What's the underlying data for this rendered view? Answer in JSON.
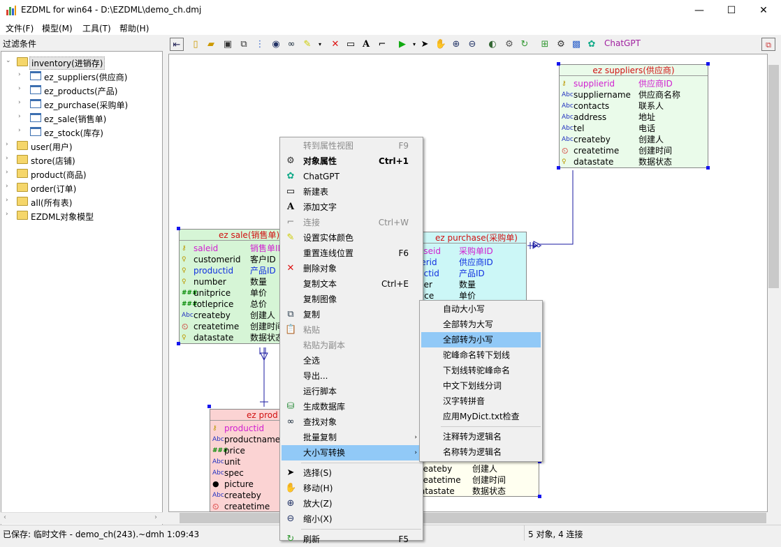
{
  "window": {
    "title": "EZDML for win64 - D:\\EZDML\\demo_ch.dmj",
    "min": "—",
    "max": "☐",
    "close": "✕"
  },
  "menubar": [
    "文件(F)",
    "模型(M)",
    "工具(T)",
    "帮助(H)"
  ],
  "filter_label": "过滤条件",
  "tree": {
    "inventory": "inventory(进销存)",
    "children": [
      "ez_suppliers(供应商)",
      "ez_products(产品)",
      "ez_purchase(采购单)",
      "ez_sale(销售单)",
      "ez_stock(库存)"
    ],
    "others": [
      "user(用户)",
      "store(店铺)",
      "product(商品)",
      "order(订单)",
      "all(所有表)",
      "EZDML对象模型"
    ]
  },
  "toolbar": {
    "chatgpt": "ChatGPT"
  },
  "entities": {
    "suppliers": {
      "title": "ez suppliers(供应商)",
      "rows": [
        {
          "name": "supplierid",
          "desc": "供应商ID"
        },
        {
          "name": "suppliername",
          "desc": "供应商名称"
        },
        {
          "name": "contacts",
          "desc": "联系人"
        },
        {
          "name": "address",
          "desc": "地址"
        },
        {
          "name": "tel",
          "desc": "电话"
        },
        {
          "name": "createby",
          "desc": "创建人"
        },
        {
          "name": "createtime",
          "desc": "创建时间"
        },
        {
          "name": "datastate",
          "desc": "数据状态"
        }
      ]
    },
    "sale": {
      "title": "ez sale(销售单)",
      "rows": [
        {
          "name": "saleid",
          "desc": "销售单ID"
        },
        {
          "name": "customerid",
          "desc": "客户ID"
        },
        {
          "name": "productid",
          "desc": "产品ID"
        },
        {
          "name": "number",
          "desc": "数量"
        },
        {
          "name": "unitprice",
          "desc": "单价"
        },
        {
          "name": "totleprice",
          "desc": "总价"
        },
        {
          "name": "createby",
          "desc": "创建人"
        },
        {
          "name": "createtime",
          "desc": "创建时间"
        },
        {
          "name": "datastate",
          "desc": "数据状态"
        }
      ]
    },
    "purchase": {
      "title": "ez purchase(采购单)",
      "rows": [
        {
          "name": "aseid",
          "desc": "采购单ID"
        },
        {
          "name": "ierid",
          "desc": "供应商ID"
        },
        {
          "name": "uctid",
          "desc": "产品ID"
        },
        {
          "name": "ber",
          "desc": "数量"
        },
        {
          "name": "rice",
          "desc": "单价"
        }
      ]
    },
    "products": {
      "title": "ez prod",
      "rows": [
        "productid",
        "productname",
        "price",
        "unit",
        "spec",
        "picture",
        "createby",
        "createtime"
      ]
    },
    "stock_tail": {
      "rows": [
        {
          "name": "reateby",
          "desc": "创建人"
        },
        {
          "name": "reatetime",
          "desc": "创建时间"
        },
        {
          "name": "atastate",
          "desc": "数据状态"
        }
      ]
    }
  },
  "context_menu": [
    {
      "label": "转到属性视图",
      "shortcut": "F9",
      "disabled": true,
      "icon": ""
    },
    {
      "label": "对象属性",
      "shortcut": "Ctrl+1",
      "bold": true,
      "icon": "properties-icon"
    },
    {
      "label": "ChatGPT",
      "icon": "chatgpt-icon"
    },
    {
      "label": "新建表",
      "icon": "new-table-icon"
    },
    {
      "label": "添加文字",
      "icon": "text-icon"
    },
    {
      "label": "连接",
      "shortcut": "Ctrl+W",
      "disabled": true,
      "icon": "link-icon"
    },
    {
      "label": "设置实体颜色",
      "icon": "color-icon"
    },
    {
      "label": "重置连线位置",
      "shortcut": "F6",
      "icon": ""
    },
    {
      "label": "删除对象",
      "icon": "delete-icon"
    },
    {
      "label": "复制文本",
      "shortcut": "Ctrl+E",
      "icon": ""
    },
    {
      "label": "复制图像",
      "icon": ""
    },
    {
      "label": "复制",
      "icon": "copy-icon"
    },
    {
      "label": "粘贴",
      "disabled": true,
      "icon": "paste-icon"
    },
    {
      "label": "粘贴为副本",
      "disabled": true,
      "icon": ""
    },
    {
      "label": "全选",
      "icon": ""
    },
    {
      "label": "导出...",
      "icon": ""
    },
    {
      "label": "运行脚本",
      "icon": ""
    },
    {
      "label": "生成数据库",
      "icon": "database-icon"
    },
    {
      "label": "查找对象",
      "icon": "binoculars-icon"
    },
    {
      "label": "批量复制",
      "submenu": true,
      "icon": ""
    },
    {
      "label": "大小写转换",
      "submenu": true,
      "highlight": true,
      "icon": ""
    },
    {
      "label": "选择(S)",
      "icon": "pointer-icon"
    },
    {
      "label": "移动(H)",
      "icon": "hand-icon"
    },
    {
      "label": "放大(Z)",
      "icon": "zoom-in-icon"
    },
    {
      "label": "缩小(X)",
      "icon": "zoom-out-icon"
    },
    {
      "label": "刷新",
      "shortcut": "F5",
      "icon": "refresh-icon"
    }
  ],
  "submenu": [
    "自动大小写",
    "全部转为大写",
    "全部转为小写",
    "驼峰命名转下划线",
    "下划线转驼峰命名",
    "中文下划线分词",
    "汉字转拼音",
    "应用MyDict.txt检查",
    "注释转为逻辑名",
    "名称转为逻辑名"
  ],
  "submenu_selected": "全部转为小写",
  "status": {
    "left": "已保存: 临时文件 - demo_ch(243).~dmh 1:09:43",
    "right": "5 对象, 4 连接"
  },
  "colors": {
    "sale_bg": "#d6f5d6",
    "purchase_bg": "#ccf7f7",
    "products_bg": "#fbd3d3",
    "suppliers_bg": "#eafbea",
    "stock_bg": "#fffff0",
    "menu_highlight": "#91c9f7"
  }
}
